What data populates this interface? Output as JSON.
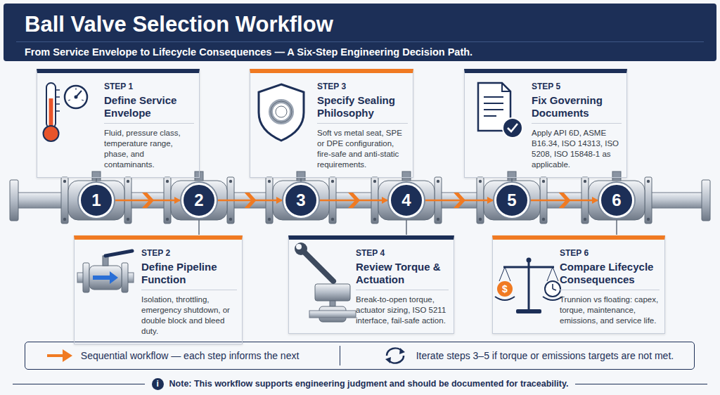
{
  "diagram": {
    "title": "Ball Valve Selection Workflow",
    "caption": "From Service Envelope to Lifecycle Consequences — A Six-Step Engineering Decision Path.",
    "nodes": [
      {
        "text": [
          "STEP 1",
          "Define Service Envelope",
          "Fluid, pressure class, temperature range, phase, and contaminants."
        ]
      },
      {
        "text": [
          "STEP 3",
          "Specify Sealing Philosophy",
          "Soft vs metal seat, SPE or DPE configuration, fire-safe and anti-static requirements."
        ]
      },
      {
        "text": [
          "STEP 5",
          "Fix Governing Documents",
          "Apply API 6D, ASME B16.34, ISO 14313, ISO 5208, ISO 15848-1 as applicable."
        ]
      },
      {
        "text": [
          "1"
        ]
      },
      {
        "text": [
          "2"
        ]
      },
      {
        "text": [
          "3"
        ]
      },
      {
        "text": [
          "4"
        ]
      },
      {
        "text": [
          "5"
        ]
      },
      {
        "text": [
          "6"
        ]
      },
      {
        "text": [
          "STEP 2",
          "Define Pipeline Function",
          "Isolation, throttling, emergency shutdown, or double block and bleed duty."
        ]
      },
      {
        "text": [
          "STEP 4",
          "Review Torque & Actuation",
          "Break-to-open torque, actuator sizing, ISO 5211 interface, fail-safe action."
        ]
      },
      {
        "text": [
          "STEP 6",
          "Compare Lifecycle Consequences",
          "Trunnion vs floating: capex, torque, maintenance, emissions, and service life."
        ]
      }
    ],
    "edges": [
      {
        "from": 3,
        "to": 4,
        "arrow": "to"
      },
      {
        "from": 4,
        "to": 5,
        "arrow": "to"
      },
      {
        "from": 5,
        "to": 6,
        "arrow": "to"
      },
      {
        "from": 6,
        "to": 7,
        "arrow": "to"
      },
      {
        "from": 7,
        "to": 8,
        "arrow": "to"
      },
      {
        "from": 0,
        "to": 3,
        "arrow": "none"
      },
      {
        "from": 9,
        "to": 4,
        "arrow": "none"
      },
      {
        "from": 1,
        "to": 5,
        "arrow": "none"
      },
      {
        "from": 10,
        "to": 6,
        "arrow": "none"
      },
      {
        "from": 2,
        "to": 7,
        "arrow": "none"
      },
      {
        "from": 11,
        "to": 8,
        "arrow": "none"
      }
    ],
    "labels": [
      "$",
      "i",
      "Note: This workflow supports engineering judgment and should be documented for traceability."
    ],
    "legend": [
      {
        "text": "Sequential workflow — each step informs the next"
      },
      {
        "text": "Iterate steps 3–5 if torque or emissions targets are not met."
      }
    ]
  }
}
